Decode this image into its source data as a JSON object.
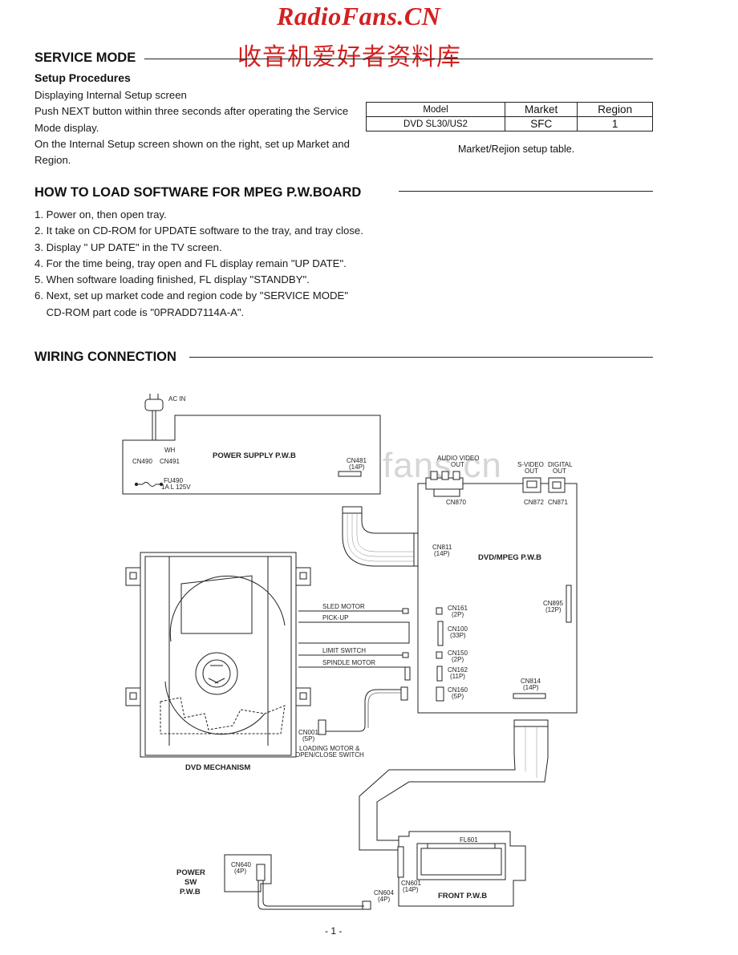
{
  "watermark": {
    "brand_en": "RadioFans.CN",
    "brand_cn": "收音机爱好者资料库",
    "diagram_watermark": "www.radiofans.cn"
  },
  "service_mode": {
    "title": "SERVICE MODE",
    "subtitle": "Setup Procedures",
    "lines": [
      "Displaying Internal Setup screen",
      "Push NEXT button within three seconds after operating the Service",
      "Mode display.",
      "On the Internal Setup screen shown on the right, set up Market and",
      "Region."
    ],
    "table": {
      "headers": [
        "Model",
        "Market",
        "Region"
      ],
      "row": [
        "DVD SL30/US2",
        "SFC",
        "1"
      ]
    },
    "caption": "Market/Rejion setup table."
  },
  "load_software": {
    "title": "HOW TO LOAD SOFTWARE FOR MPEG P.W.BOARD",
    "steps": [
      "1. Power on, then open tray.",
      "2. It take on CD-ROM for UPDATE software to the tray, and tray close.",
      "3. Display \" UP DATE\" in the TV screen.",
      "4. For the time being, tray open and FL display remain \"UP DATE\".",
      "5. When software loading finished, FL display \"STANDBY\".",
      "6. Next, set up market code and region code by \"SERVICE MODE\"",
      "    CD-ROM part code is \"0PRADD7114A-A\"."
    ]
  },
  "wiring": {
    "title": "WIRING CONNECTION",
    "labels": {
      "ac_in": "AC IN",
      "wh": "WH",
      "cn490": "CN490",
      "cn491": "CN491",
      "power_supply": "POWER SUPPLY  P.W.B",
      "fu490": "FU490",
      "fuse_rating": "1A  L 125V",
      "cn481": "CN481",
      "cn481_p": "(14P)",
      "audio_video": "AUDIO VIDEO",
      "out1": "OUT",
      "s_video": "S-VIDEO",
      "digital": "DIGITAL",
      "out2": "OUT",
      "out3": "OUT",
      "cn870": "CN870",
      "cn872": "CN872",
      "cn871": "CN871",
      "cn811": "CN811",
      "cn811_p": "(14P)",
      "dvd_mpeg": "DVD/MPEG P.W.B",
      "cn895": "CN895",
      "cn895_p": "(12P)",
      "sled_motor": "SLED MOTOR",
      "pick_up": "PICK-UP",
      "limit_switch": "LIMIT SWITCH",
      "spindle_motor": "SPINDLE MOTOR",
      "cn161": "CN161",
      "cn161_p": "(2P)",
      "cn100": "CN100",
      "cn100_p": "(33P)",
      "cn150": "CN150",
      "cn150_p": "(2P)",
      "cn162": "CN162",
      "cn162_p": "(11P)",
      "cn160": "CN160",
      "cn160_p": "(5P)",
      "cn814": "CN814",
      "cn814_p": "(14P)",
      "cn001": "CN001",
      "cn001_p": "(5P)",
      "loading_motor": "LOADING MOTOR &",
      "open_close": "OPEN/CLOSE SWITCH",
      "dvd_mechanism": "DVD MECHANISM",
      "fl601": "FL601",
      "power_sw_1": "POWER",
      "power_sw_2": "SW",
      "power_sw_3": "P.W.B",
      "cn640": "CN640",
      "cn640_p": "(4P)",
      "cn601": "CN601",
      "cn601_p": "(14P)",
      "cn604": "CN604",
      "cn604_p": "(4P)",
      "front_pwb": "FRONT P.W.B"
    }
  },
  "page_number": "- 1 -"
}
